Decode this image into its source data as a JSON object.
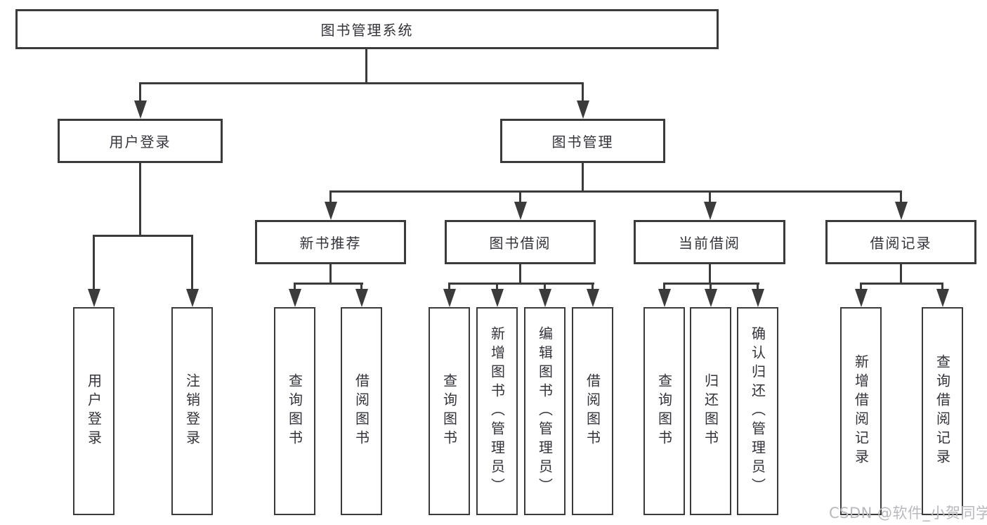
{
  "diagram": {
    "root": {
      "label": "图书管理系统"
    },
    "level1": [
      {
        "label": "用户登录"
      },
      {
        "label": "图书管理"
      }
    ],
    "level2": [
      {
        "label": "新书推荐"
      },
      {
        "label": "图书借阅"
      },
      {
        "label": "当前借阅"
      },
      {
        "label": "借阅记录"
      }
    ],
    "leaves": {
      "user_login": [
        "用户登录",
        "注销登录"
      ],
      "new_books": [
        "查询图书",
        "借阅图书"
      ],
      "book_borrow": [
        "查询图书",
        "新增图书（管理员）",
        "编辑图书（管理员）",
        "借阅图书"
      ],
      "current_borrow": [
        "查询图书",
        "归还图书",
        "确认归还（管理员）"
      ],
      "borrow_records": [
        "新增借阅记录",
        "查询借阅记录"
      ]
    }
  },
  "watermark": "CSDN @软件_小贺同学",
  "colors": {
    "line": "#3b3b3b",
    "text": "#33333a",
    "watermark": "#b9b9bd",
    "background": "#ffffff"
  }
}
